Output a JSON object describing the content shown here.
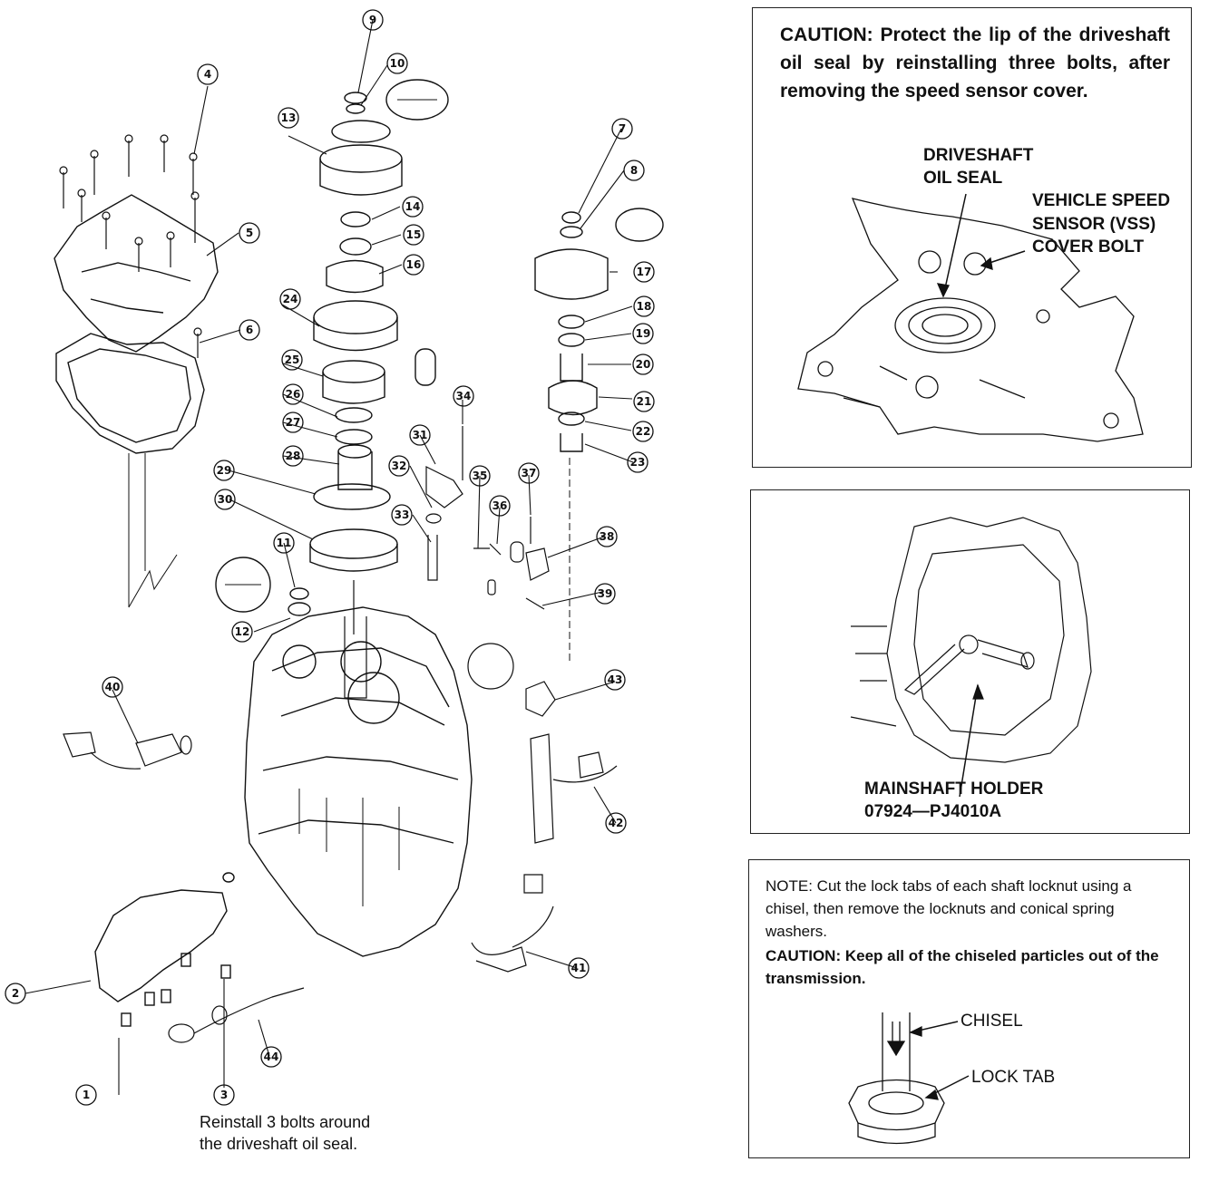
{
  "callouts": [
    "1",
    "2",
    "3",
    "4",
    "5",
    "6",
    "7",
    "8",
    "9",
    "10",
    "11",
    "12",
    "13",
    "14",
    "15",
    "16",
    "17",
    "18",
    "19",
    "20",
    "21",
    "22",
    "23",
    "24",
    "25",
    "26",
    "27",
    "28",
    "29",
    "30",
    "31",
    "32",
    "33",
    "34",
    "35",
    "36",
    "37",
    "38",
    "39",
    "40",
    "41",
    "42",
    "43",
    "44"
  ],
  "bottom_caption": {
    "line1": "Reinstall 3 bolts around",
    "line2": "the driveshaft oil seal."
  },
  "caution_panel": {
    "text": "CAUTION:  Protect the lip of the driveshaft oil seal by reinstalling three bolts, after removing the speed sensor cover.",
    "label_seal_1": "DRIVESHAFT",
    "label_seal_2": "OIL SEAL",
    "label_vss_1": "VEHICLE SPEED",
    "label_vss_2": "SENSOR (VSS)",
    "label_vss_3": "COVER BOLT"
  },
  "mainshaft_panel": {
    "label_1": "MAINSHAFT HOLDER",
    "label_2": "07924—PJ4010A"
  },
  "note_panel": {
    "note_prefix": "NOTE:",
    "note_body": " Cut the lock tabs of each shaft locknut using a chisel, then remove the locknuts and conical spring washers.",
    "caution_prefix": "CAUTION:",
    "caution_body": " Keep all of the chiseled particles out of the transmission.",
    "label_chisel": "CHISEL",
    "label_lock_tab": "LOCK TAB"
  }
}
